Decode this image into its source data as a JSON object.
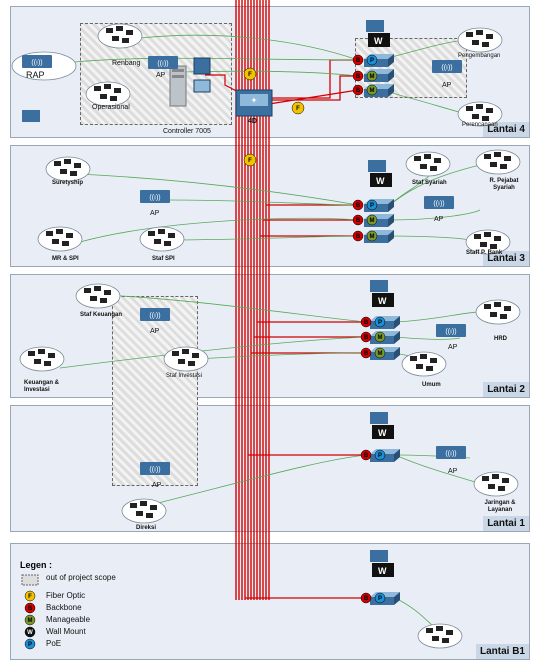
{
  "floors": {
    "f4": {
      "label": "Lantai 4"
    },
    "f3": {
      "label": "Lantai 3"
    },
    "f2": {
      "label": "Lantai 2"
    },
    "f1": {
      "label": "Lantai 1"
    },
    "fb1": {
      "label": "Lantai B1"
    }
  },
  "nodes": {
    "rap": "RAP",
    "renbang": "Renbang",
    "operasional": "Operasional",
    "controller": "Controller 7005",
    "pengembangan": "Pengembangan",
    "perencanaan": "Perencanaan",
    "suretyship": "Suretyship",
    "staf_syariah": "Staf Syariah",
    "pejabat_syariah": "R. Pejabat Syariah",
    "mr_spi": "MR & SPI",
    "staf_spi": "Staf SPI",
    "staff_pbank": "Staff P. Bank",
    "staf_keuangan": "Staf Keuangan",
    "keuangan_investasi": "Keuangan & Investasi",
    "staf_investasi": "Staf Investasi",
    "umum": "Umum",
    "hrd": "HRD",
    "direksi": "Direksi",
    "jaringan_layanan": "Jaringan & Layanan",
    "ap": "AP",
    "core": "4D"
  },
  "legend": {
    "title": "Legen :",
    "items": [
      {
        "letter": "",
        "text": "out of project scope"
      },
      {
        "letter": "F",
        "text": "Fiber Optic",
        "color": "#f2c200"
      },
      {
        "letter": "B",
        "text": "Backbone",
        "color": "#d10000"
      },
      {
        "letter": "M",
        "text": "Manageable",
        "color": "#7a9a2a"
      },
      {
        "letter": "W",
        "text": "Wall Mount",
        "color": "#111111"
      },
      {
        "letter": "P",
        "text": "PoE",
        "color": "#1a8fd6"
      }
    ]
  },
  "colors": {
    "backbone": "#d10000",
    "fiber": "#f2c200",
    "link": "#58a85a",
    "switch": "#3a6fa0"
  }
}
